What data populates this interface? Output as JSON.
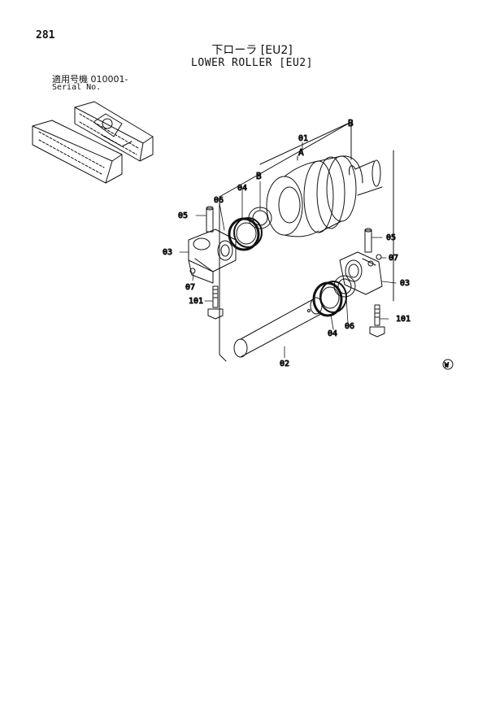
{
  "page": {
    "number": "281",
    "title_jp": "下ローラ [EU2]",
    "title_en": "LOWER ROLLER [EU2]",
    "serial_jp": "適用号機  010001-",
    "serial_en": "Serial No."
  },
  "callouts": {
    "a": "A",
    "b_top": "B",
    "b_left": "B",
    "p01": "01",
    "p02": "02",
    "p03_left": "03",
    "p03_right": "03",
    "p04_left": "04",
    "p04_right": "04",
    "p05_left": "05",
    "p05_right": "05",
    "p06_left": "06",
    "p06_right": "06",
    "p07_left": "07",
    "p07_right": "07",
    "p101_left": "101",
    "p101_right": "101",
    "w_mark": "W"
  }
}
